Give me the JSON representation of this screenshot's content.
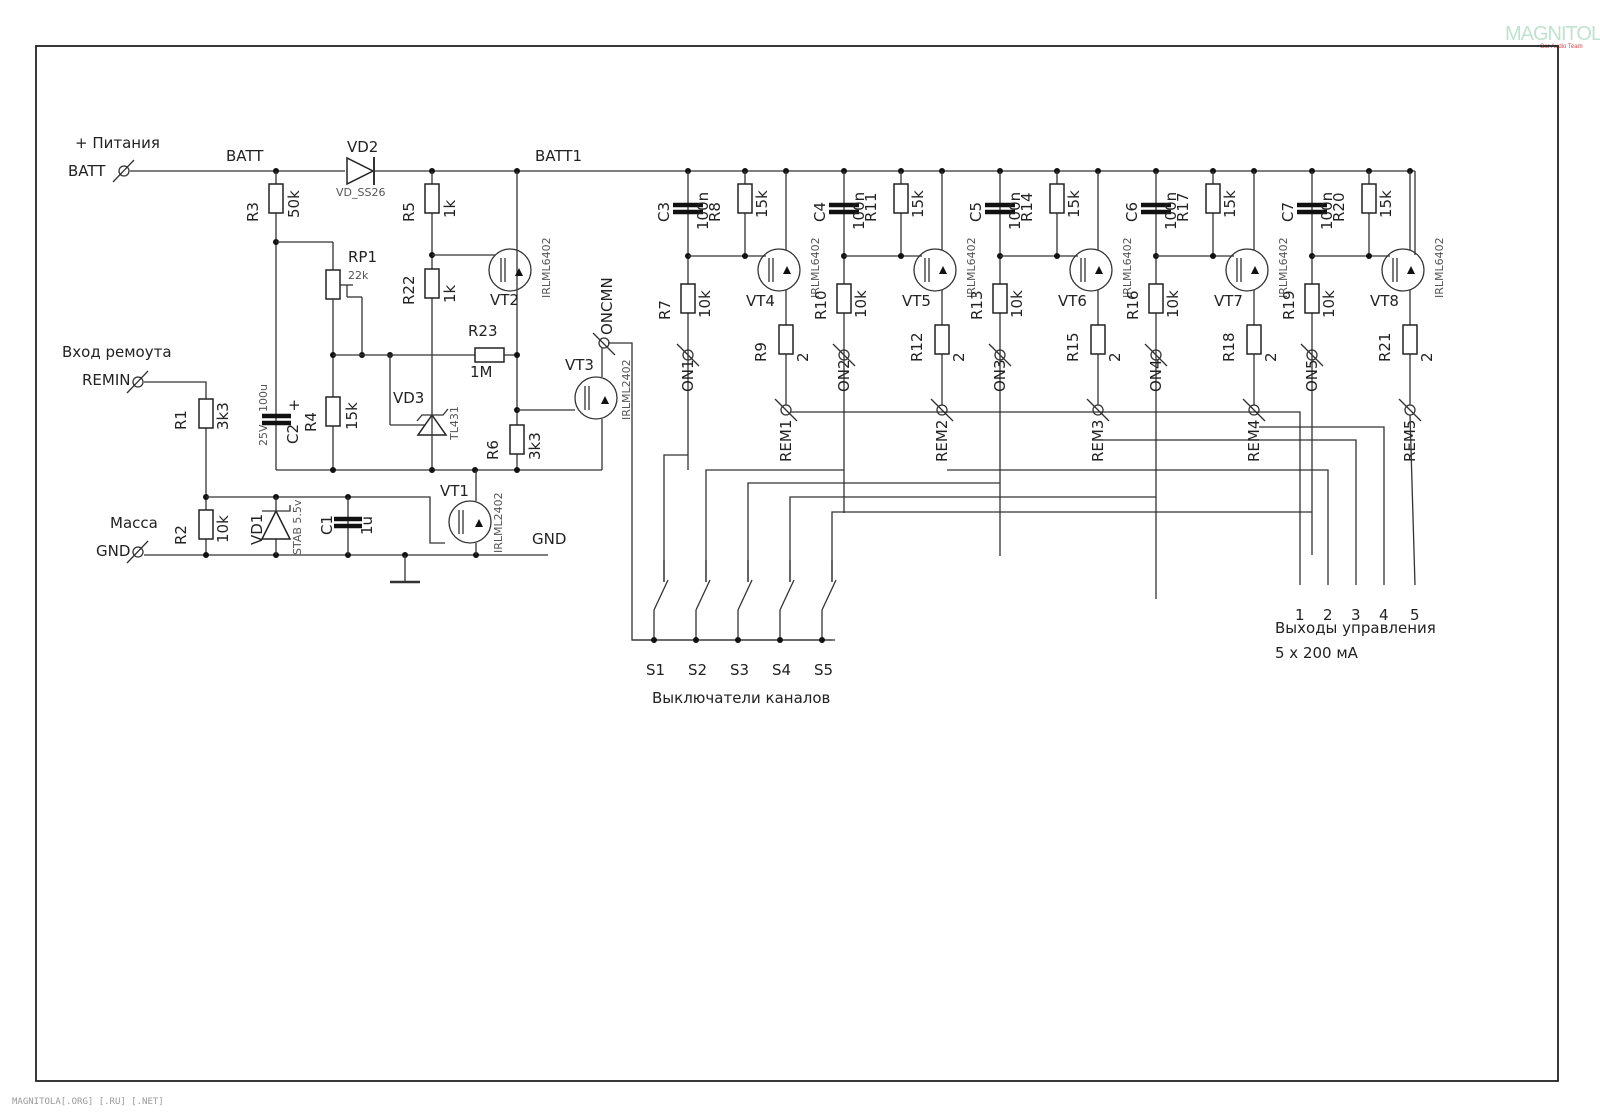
{
  "watermark": {
    "logo": "MAGNITOLA",
    "logo_sub": "Car Audio Team",
    "footer": "MAGNITOLA[.ORG] [.RU] [.NET]"
  },
  "terminals": {
    "batt": {
      "caption": "+ Питания",
      "name": "BATT"
    },
    "remin": {
      "caption": "Вход ремоута",
      "name": "REMIN"
    },
    "gnd": {
      "caption": "Масса",
      "name": "GND"
    }
  },
  "nets": {
    "batt": "BATT",
    "batt1": "BATT1",
    "gnd": "GND",
    "oncmn": "ONCMN"
  },
  "components": {
    "VD2": {
      "ref": "VD2",
      "value": "VD_SS26"
    },
    "R3": {
      "ref": "R3",
      "value": "50k"
    },
    "RP1": {
      "ref": "RP1",
      "value": "22k"
    },
    "R5": {
      "ref": "R5",
      "value": "1k"
    },
    "R22": {
      "ref": "R22",
      "value": "1k"
    },
    "R23": {
      "ref": "R23",
      "value": "1M"
    },
    "VT2": {
      "ref": "VT2",
      "value": "IRLML6402"
    },
    "VT3": {
      "ref": "VT3",
      "value": "IRLML2402"
    },
    "VT1": {
      "ref": "VT1",
      "value": "IRLML2402"
    },
    "R1": {
      "ref": "R1",
      "value": "3k3"
    },
    "R2": {
      "ref": "R2",
      "value": "10k"
    },
    "C2": {
      "ref": "C2",
      "value": "100u",
      "voltage": "25V"
    },
    "R4": {
      "ref": "R4",
      "value": "15k"
    },
    "VD3": {
      "ref": "VD3",
      "value": "TL431"
    },
    "R6": {
      "ref": "R6",
      "value": "3k3"
    },
    "VD1": {
      "ref": "VD1",
      "value": "STAB 5.5v"
    },
    "C1": {
      "ref": "C1",
      "value": "1u"
    }
  },
  "channels": [
    {
      "cap": "C3",
      "cap_val": "100n",
      "rg": "R8",
      "rg_val": "15k",
      "rd": "R7",
      "rd_val": "10k",
      "fet": "VT4",
      "fet_val": "IRLML6402",
      "rs": "R9",
      "rs_val": "2",
      "on": "ON1",
      "rem": "REM1"
    },
    {
      "cap": "C4",
      "cap_val": "100n",
      "rg": "R11",
      "rg_val": "15k",
      "rd": "R10",
      "rd_val": "10k",
      "fet": "VT5",
      "fet_val": "IRLML6402",
      "rs": "R12",
      "rs_val": "2",
      "on": "ON2",
      "rem": "REM2"
    },
    {
      "cap": "C5",
      "cap_val": "100n",
      "rg": "R14",
      "rg_val": "15k",
      "rd": "R13",
      "rd_val": "10k",
      "fet": "VT6",
      "fet_val": "IRLML6402",
      "rs": "R15",
      "rs_val": "2",
      "on": "ON3",
      "rem": "REM3"
    },
    {
      "cap": "C6",
      "cap_val": "100n",
      "rg": "R17",
      "rg_val": "15k",
      "rd": "R16",
      "rd_val": "10k",
      "fet": "VT7",
      "fet_val": "IRLML6402",
      "rs": "R18",
      "rs_val": "2",
      "on": "ON4",
      "rem": "REM4"
    },
    {
      "cap": "C7",
      "cap_val": "100n",
      "rg": "R20",
      "rg_val": "15k",
      "rd": "R19",
      "rd_val": "10k",
      "fet": "VT8",
      "fet_val": "IRLML6402",
      "rs": "R21",
      "rs_val": "2",
      "on": "ON5",
      "rem": "REM5"
    }
  ],
  "switches": {
    "labels": [
      "S1",
      "S2",
      "S3",
      "S4",
      "S5"
    ],
    "caption": "Выключатели каналов"
  },
  "outputs": {
    "labels": [
      "1",
      "2",
      "3",
      "4",
      "5"
    ],
    "caption": "Выходы управления",
    "rating": "5 x 200 мА"
  }
}
